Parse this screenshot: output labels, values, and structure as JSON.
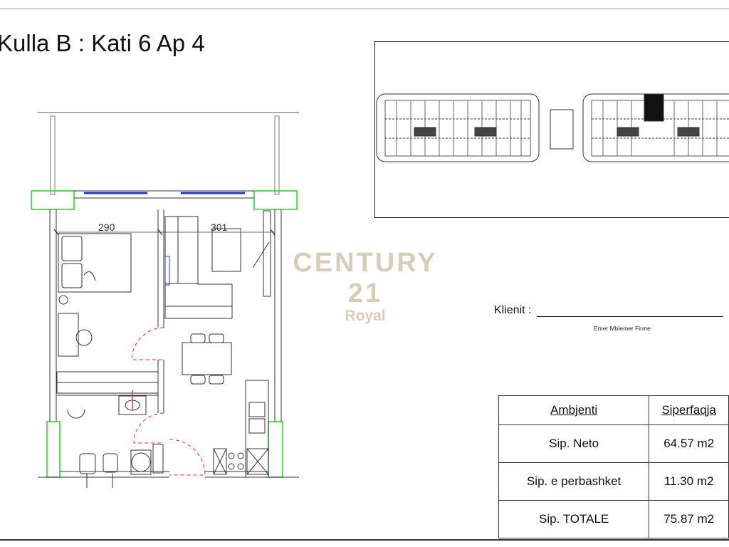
{
  "title": "Kulla B : Kati 6 Ap 4",
  "watermark": {
    "brand": "CENTURY 21",
    "sub": "Royal",
    "color": "#b8a47a"
  },
  "plan": {
    "dim_left": "290",
    "dim_right": "301"
  },
  "client": {
    "label": "Klienit :",
    "caption": "Emer  Mbiemer Firme"
  },
  "area_table": {
    "headers": [
      "Ambjenti",
      "Siperfaqja"
    ],
    "rows": [
      {
        "label": "Sip. Neto",
        "value": "64.57 m2"
      },
      {
        "label": "Sip. e perbashket",
        "value": "11.30 m2"
      },
      {
        "label": "Sip. TOTALE",
        "value": "75.87 m2"
      }
    ]
  }
}
